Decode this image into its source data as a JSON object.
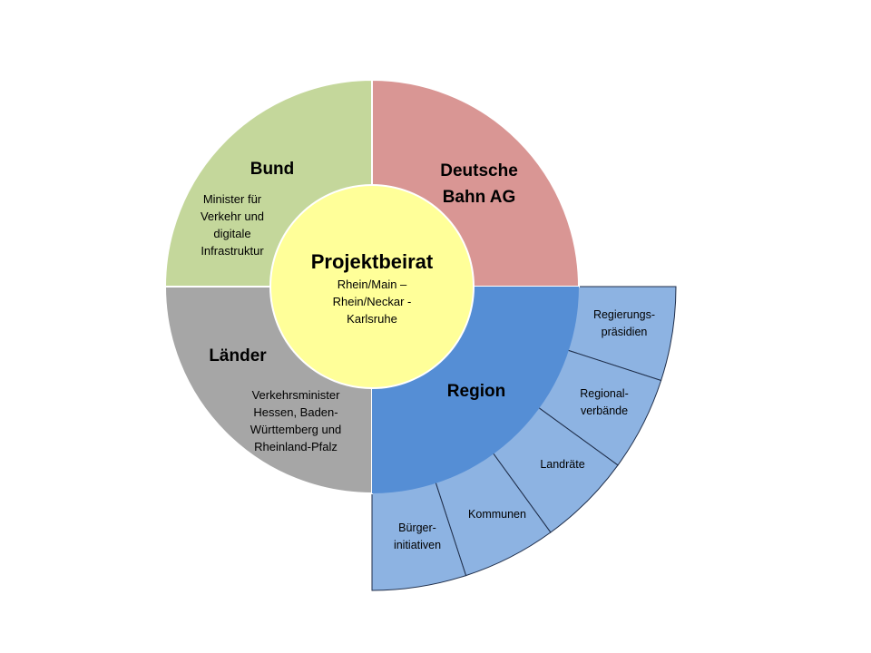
{
  "colors": {
    "bund": "#c4d79b",
    "bahn": "#d99694",
    "laender": "#a6a6a6",
    "region": "#558ed5",
    "region_outer": "#8db3e2",
    "center": "#ffff99",
    "outline": "#1f2e4a"
  },
  "center": {
    "title": "Projektbeirat",
    "lines": [
      "Rhein/Main –",
      "Rhein/Neckar -",
      "Karlsruhe"
    ]
  },
  "bund": {
    "title": "Bund",
    "lines": [
      "Minister für",
      "Verkehr  und",
      "digitale",
      "Infrastruktur"
    ]
  },
  "bahn": {
    "title_lines": [
      "Deutsche",
      "Bahn AG"
    ]
  },
  "laender": {
    "title": "Länder",
    "lines": [
      "Verkehrsminister",
      "Hessen, Baden-",
      "Württemberg und",
      "Rheinland-Pfalz"
    ]
  },
  "region": {
    "title": "Region",
    "outer": [
      {
        "lines": [
          "Regierungs-",
          "präsidien"
        ]
      },
      {
        "lines": [
          "Regional-",
          "verbände"
        ]
      },
      {
        "lines": [
          "Landräte"
        ]
      },
      {
        "lines": [
          "Kommunen"
        ]
      },
      {
        "lines": [
          "Bürger-",
          "initiativen"
        ]
      }
    ]
  }
}
